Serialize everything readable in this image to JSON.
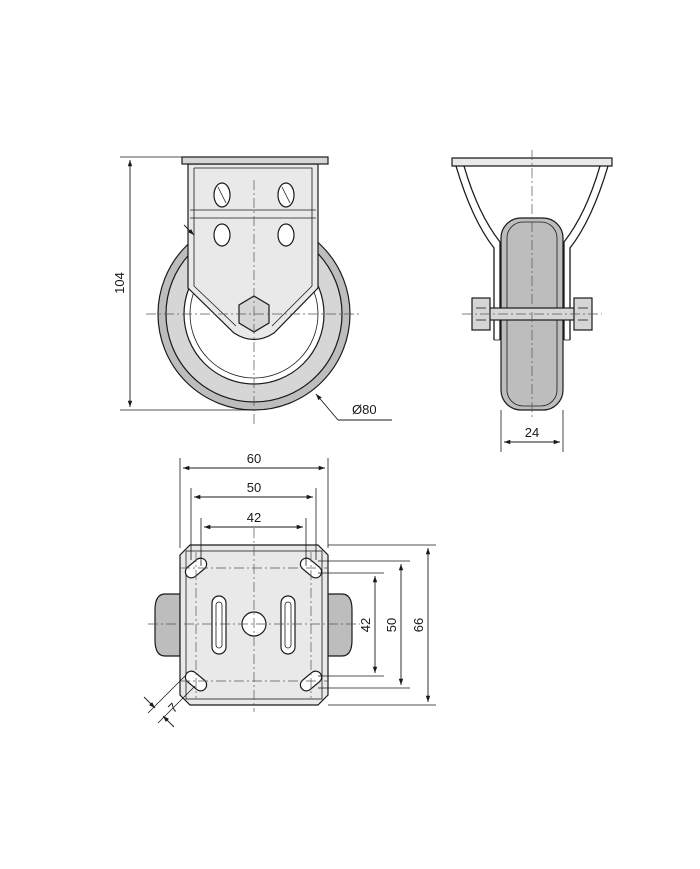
{
  "dimensions": {
    "total_height": "104",
    "wheel_diameter": "Ø80",
    "wheel_width": "24",
    "plate_width": "60",
    "hole_spacing_outer": "50",
    "hole_spacing_inner": "42",
    "plate_depth": "66",
    "hole_spacing_depth_outer": "50",
    "hole_spacing_depth_inner": "42",
    "slot_width": "7"
  }
}
